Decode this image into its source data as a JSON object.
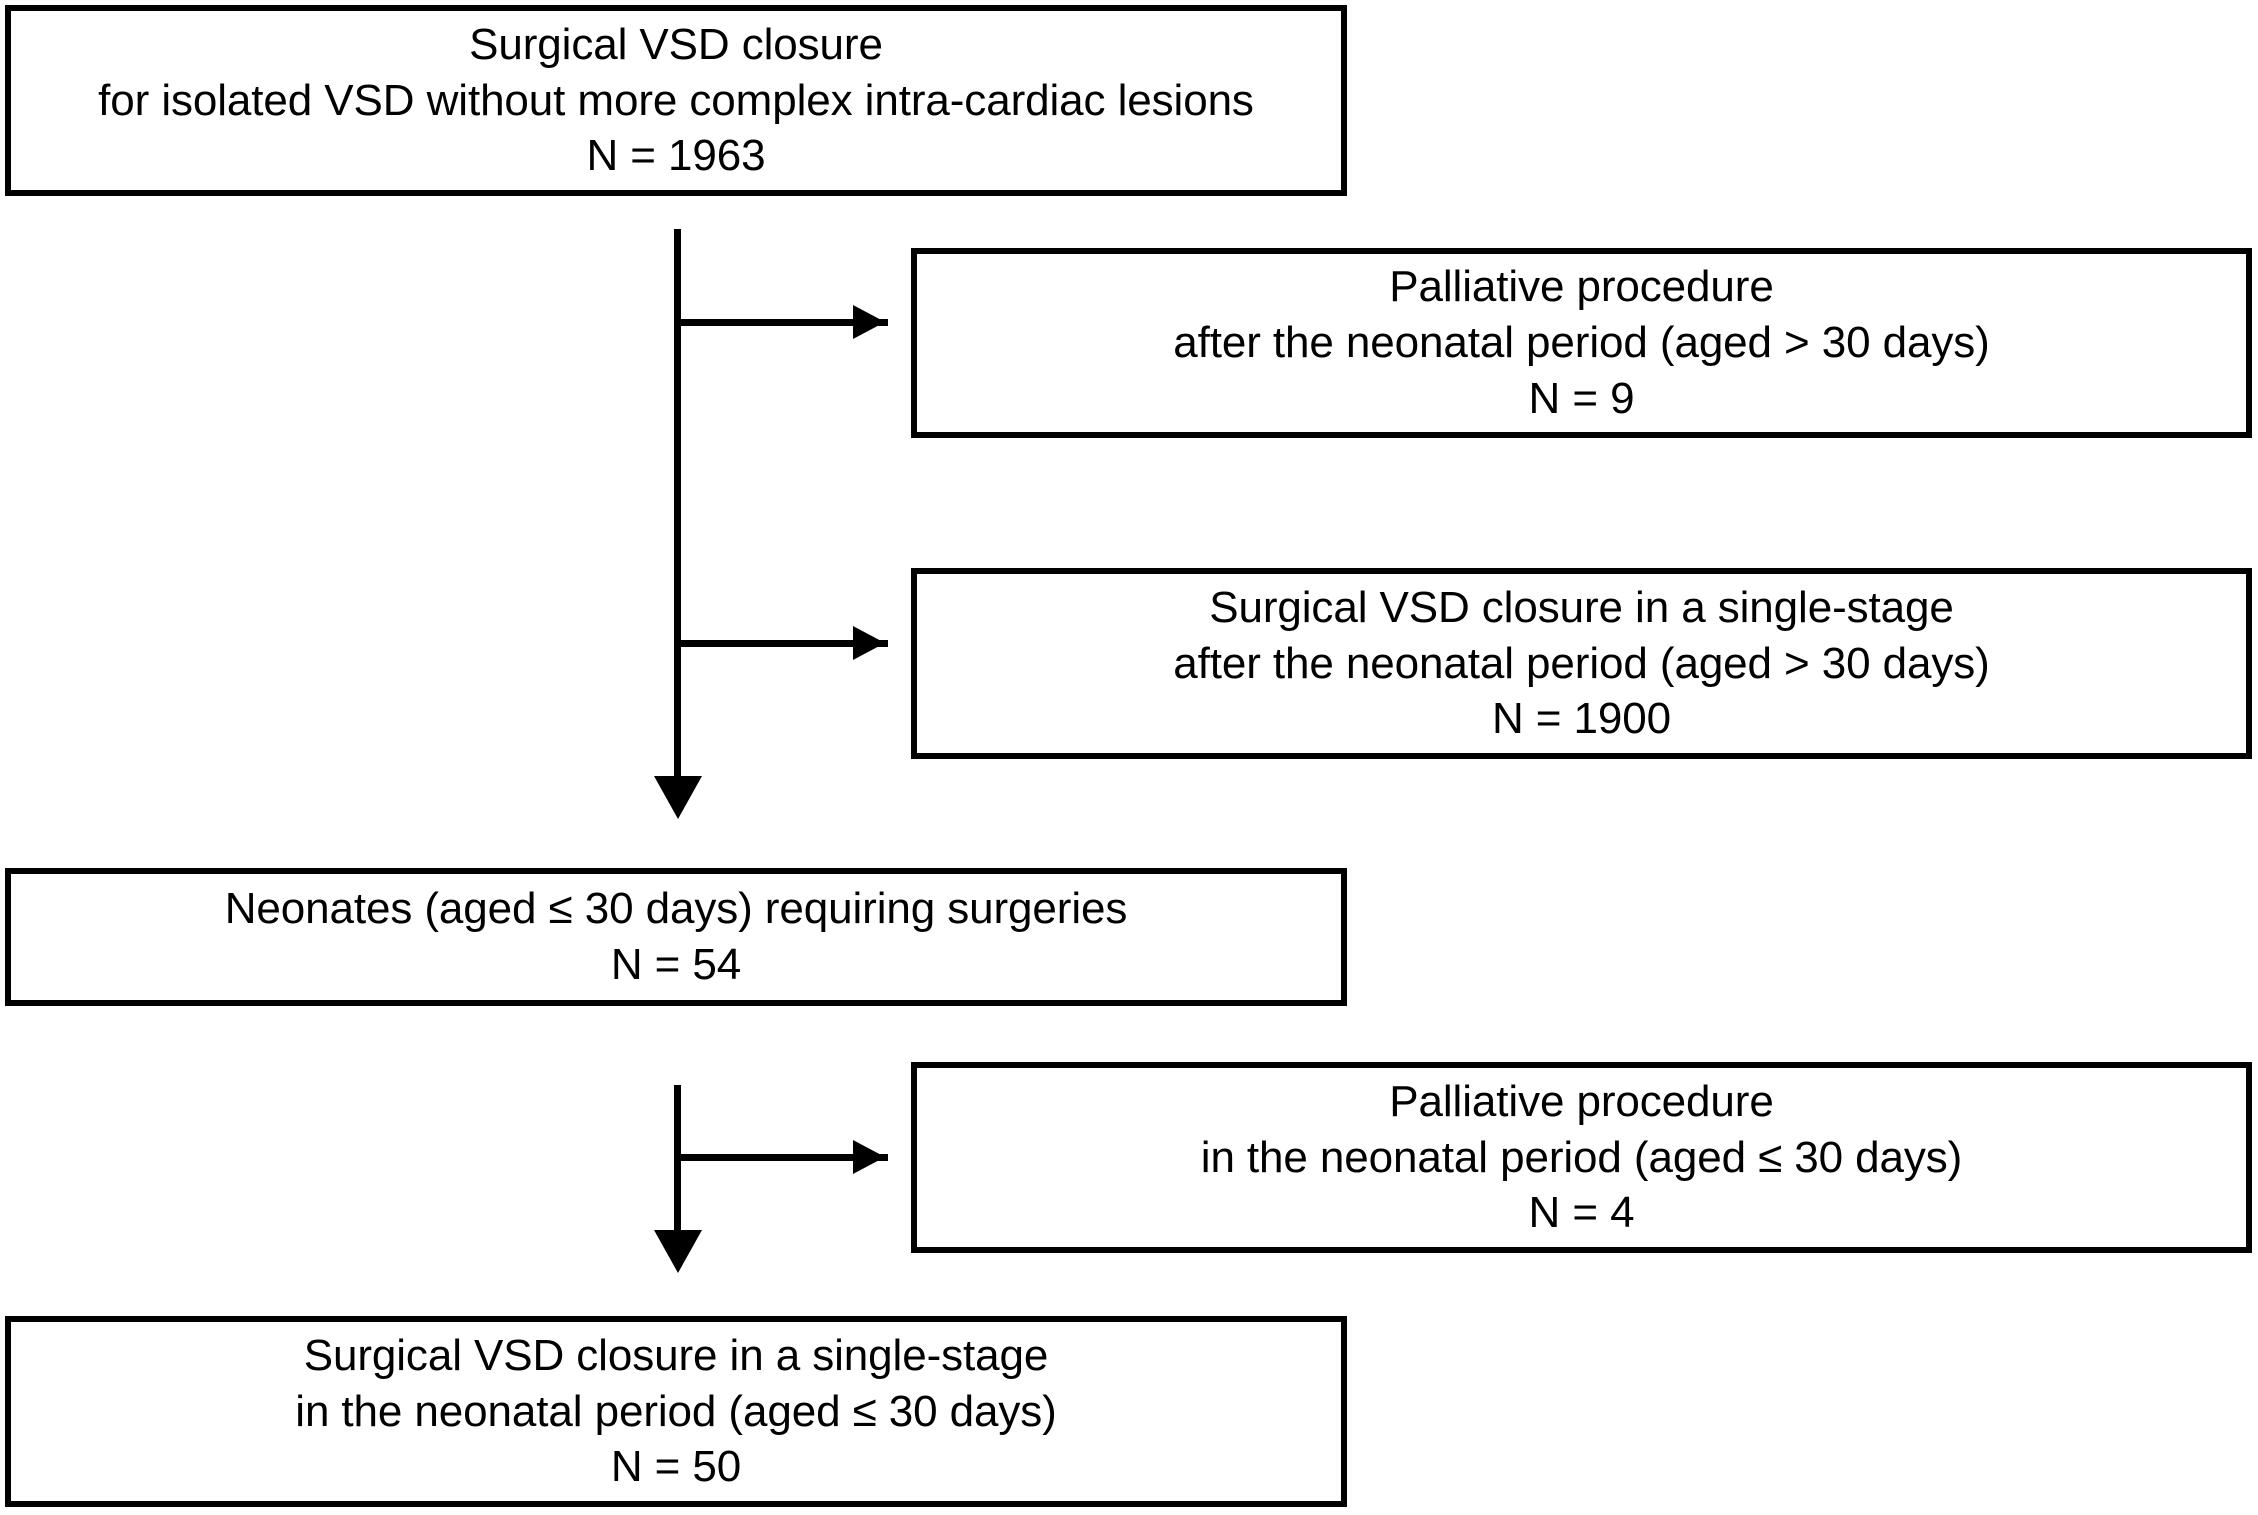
{
  "diagram": {
    "type": "flowchart",
    "title": "Study cohort selection flowchart for surgical VSD closure",
    "orientation": "top-down with right-side exclusion branches",
    "colors": {
      "box_border": "#000000",
      "box_fill": "#ffffff",
      "connector": "#000000",
      "text": "#000000"
    },
    "nodes": [
      {
        "id": "root",
        "role": "source-cohort",
        "lines": [
          "Surgical VSD closure",
          "for isolated VSD without more complex intra-cardiac lesions",
          "N = 1963"
        ],
        "count": 1963
      },
      {
        "id": "palliative-post-neonatal",
        "role": "excluded-branch",
        "lines": [
          "Palliative procedure",
          "after the neonatal period (aged > 30 days)",
          "N = 9"
        ],
        "count": 9
      },
      {
        "id": "surgical-post-neonatal",
        "role": "excluded-branch",
        "lines": [
          "Surgical VSD closure in a single-stage",
          "after the neonatal period (aged > 30 days)",
          "N = 1900"
        ],
        "count": 1900
      },
      {
        "id": "neonates",
        "role": "intermediate-cohort",
        "lines": [
          "Neonates (aged ≤ 30 days) requiring surgeries",
          "N = 54"
        ],
        "count": 54
      },
      {
        "id": "palliative-neonatal",
        "role": "excluded-branch",
        "lines": [
          "Palliative procedure",
          "in the neonatal period (aged ≤ 30 days)",
          "N = 4"
        ],
        "count": 4
      },
      {
        "id": "surgical-neonatal",
        "role": "final-cohort",
        "lines": [
          "Surgical VSD closure in a single-stage",
          "in the neonatal period (aged ≤ 30 days)",
          "N = 50"
        ],
        "count": 50
      }
    ],
    "edges": [
      {
        "from": "root",
        "to": "palliative-post-neonatal",
        "kind": "branch-right"
      },
      {
        "from": "root",
        "to": "surgical-post-neonatal",
        "kind": "branch-right"
      },
      {
        "from": "root",
        "to": "neonates",
        "kind": "flow-down"
      },
      {
        "from": "neonates",
        "to": "palliative-neonatal",
        "kind": "branch-right"
      },
      {
        "from": "neonates",
        "to": "surgical-neonatal",
        "kind": "flow-down"
      }
    ]
  }
}
